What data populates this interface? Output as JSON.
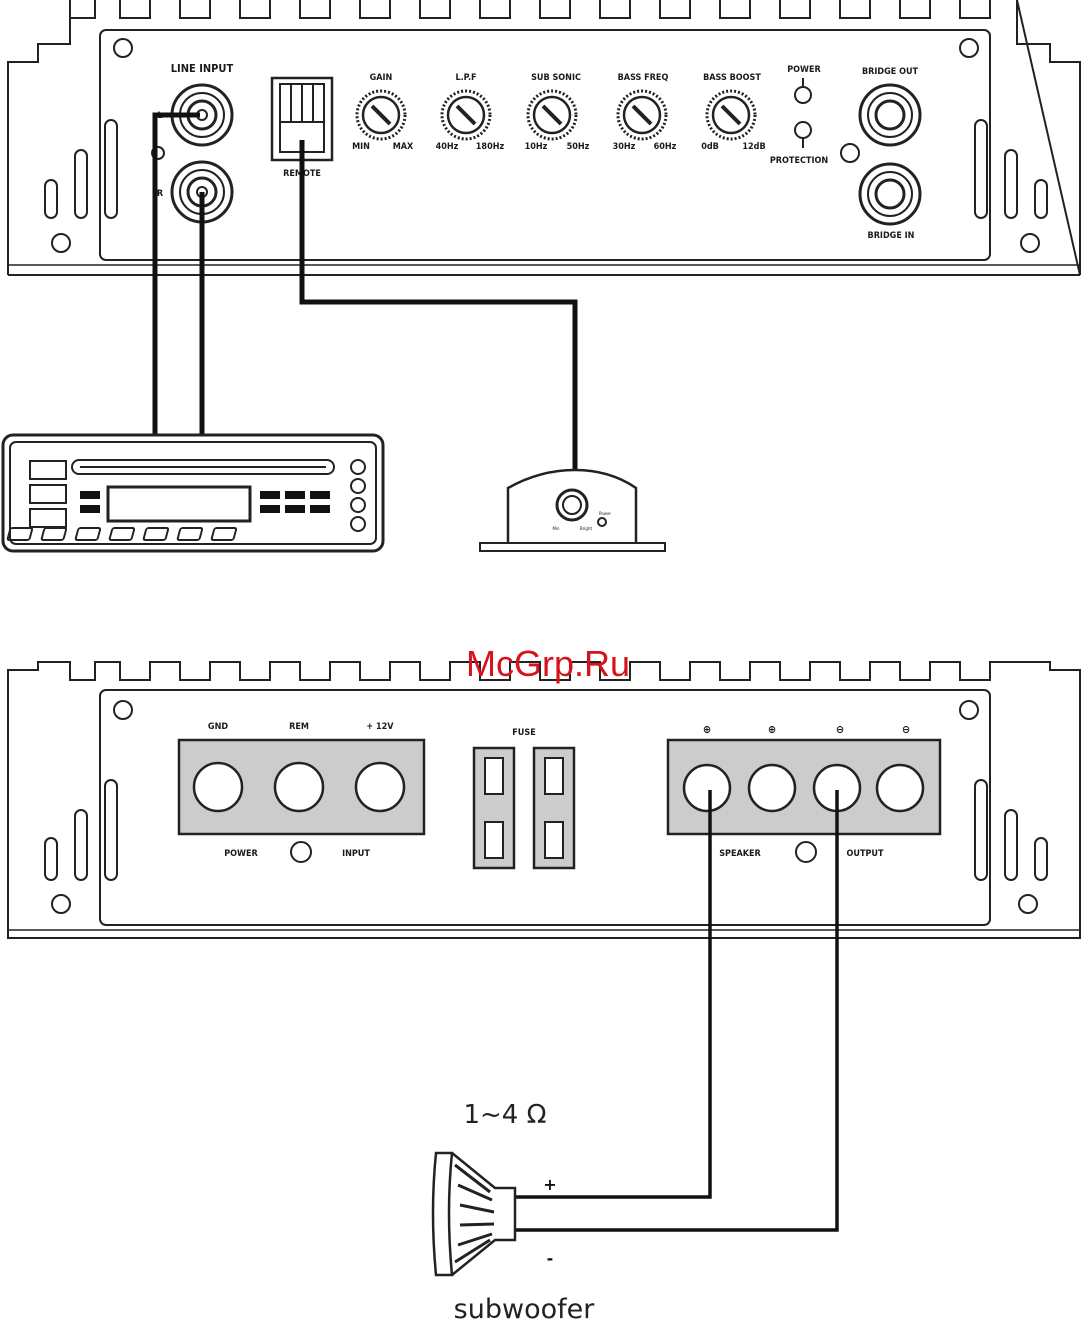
{
  "front_panel": {
    "line_input": "LINE INPUT",
    "ch_left": "L",
    "ch_right": "R",
    "remote": "REMOTE",
    "knobs": [
      {
        "label": "GAIN",
        "min": "MIN",
        "max": "MAX"
      },
      {
        "label": "L.P.F",
        "min": "40Hz",
        "max": "180Hz"
      },
      {
        "label": "SUB SONIC",
        "min": "10Hz",
        "max": "50Hz"
      },
      {
        "label": "BASS FREQ",
        "min": "30Hz",
        "max": "60Hz"
      },
      {
        "label": "BASS BOOST",
        "min": "0dB",
        "max": "12dB"
      }
    ],
    "power": "POWER",
    "protection": "PROTECTION",
    "bridge_out": "BRIDGE OUT",
    "bridge_in": "BRIDGE IN"
  },
  "remote_control": {
    "left_label": "Min",
    "right_label": "Bright",
    "power_label": "Power"
  },
  "rear_panel": {
    "gnd": "GND",
    "rem": "REM",
    "plus12": "+ 12V",
    "power": "POWER",
    "input": "INPUT",
    "fuse": "FUSE",
    "speaker": "SPEAKER",
    "output": "OUTPUT",
    "terminal_signs": [
      "⊕",
      "⊕",
      "⊖",
      "⊖"
    ]
  },
  "speaker": {
    "impedance": "1~4 Ω",
    "plus": "+",
    "minus": "-",
    "name": "subwoofer"
  },
  "watermark": "McGrp.Ru"
}
